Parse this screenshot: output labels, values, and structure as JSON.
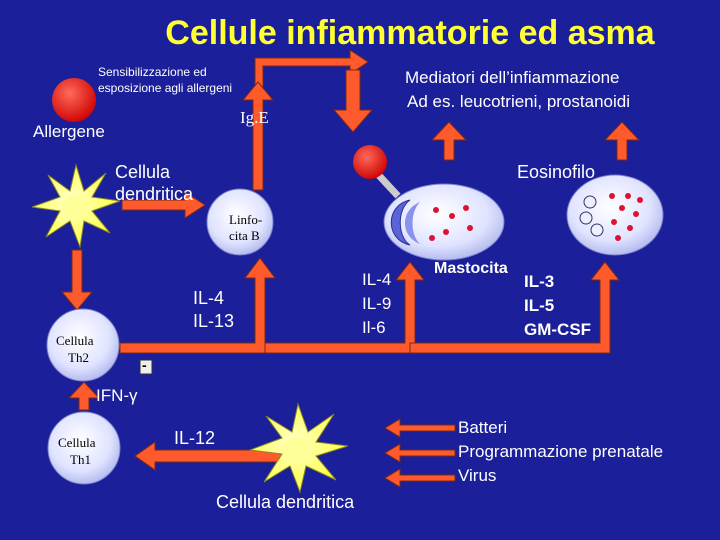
{
  "title": "Cellule infiammatorie ed asma",
  "labels": {
    "sensitization_line1": "Sensibilizzazione ed",
    "sensitization_line2": "esposizione agli allergeni",
    "mediators_line1": "Mediatori dell’infiammazione",
    "mediators_line2": "Ad es. leucotrieni, prostanoidi",
    "allergen": "Allergene",
    "ige": "Ig.E",
    "dendritic_line1": "Cellula",
    "dendritic_line2": "dendritica",
    "eosinophil": "Eosinofilo",
    "lymph_line1": "Linfo-",
    "lymph_line2": "cita B",
    "il4_il13_line1": "IL-4",
    "il4_il13_line2": "IL-13",
    "il4_9_6_line1": "IL-4",
    "il4_9_6_line2": "IL-9",
    "il4_9_6_line3": "Il-6",
    "mast_cell": "Mastocita",
    "il3_line1": "IL-3",
    "il3_line2": "IL-5",
    "il3_line3": "GM-CSF",
    "th2_line1": "Cellula",
    "th2_line2": "Th2",
    "minus": "-",
    "ifn": "IFN-γ",
    "th1_line1": "Cellula",
    "th1_line2": "Th1",
    "il12": "IL-12",
    "factors_line1": "Batteri",
    "factors_line2": "Programmazione prenatale",
    "factors_line3": "Virus",
    "bottom_dendritic": "Cellula dendritica"
  },
  "colors": {
    "background": "#1b1f99",
    "title": "#ffff33",
    "arrow": "#ff5a2b",
    "allergen": "#ee1111",
    "cell": "#d8dcff",
    "dendritic_cell": "#ffff55",
    "granule": "#dd1133"
  }
}
